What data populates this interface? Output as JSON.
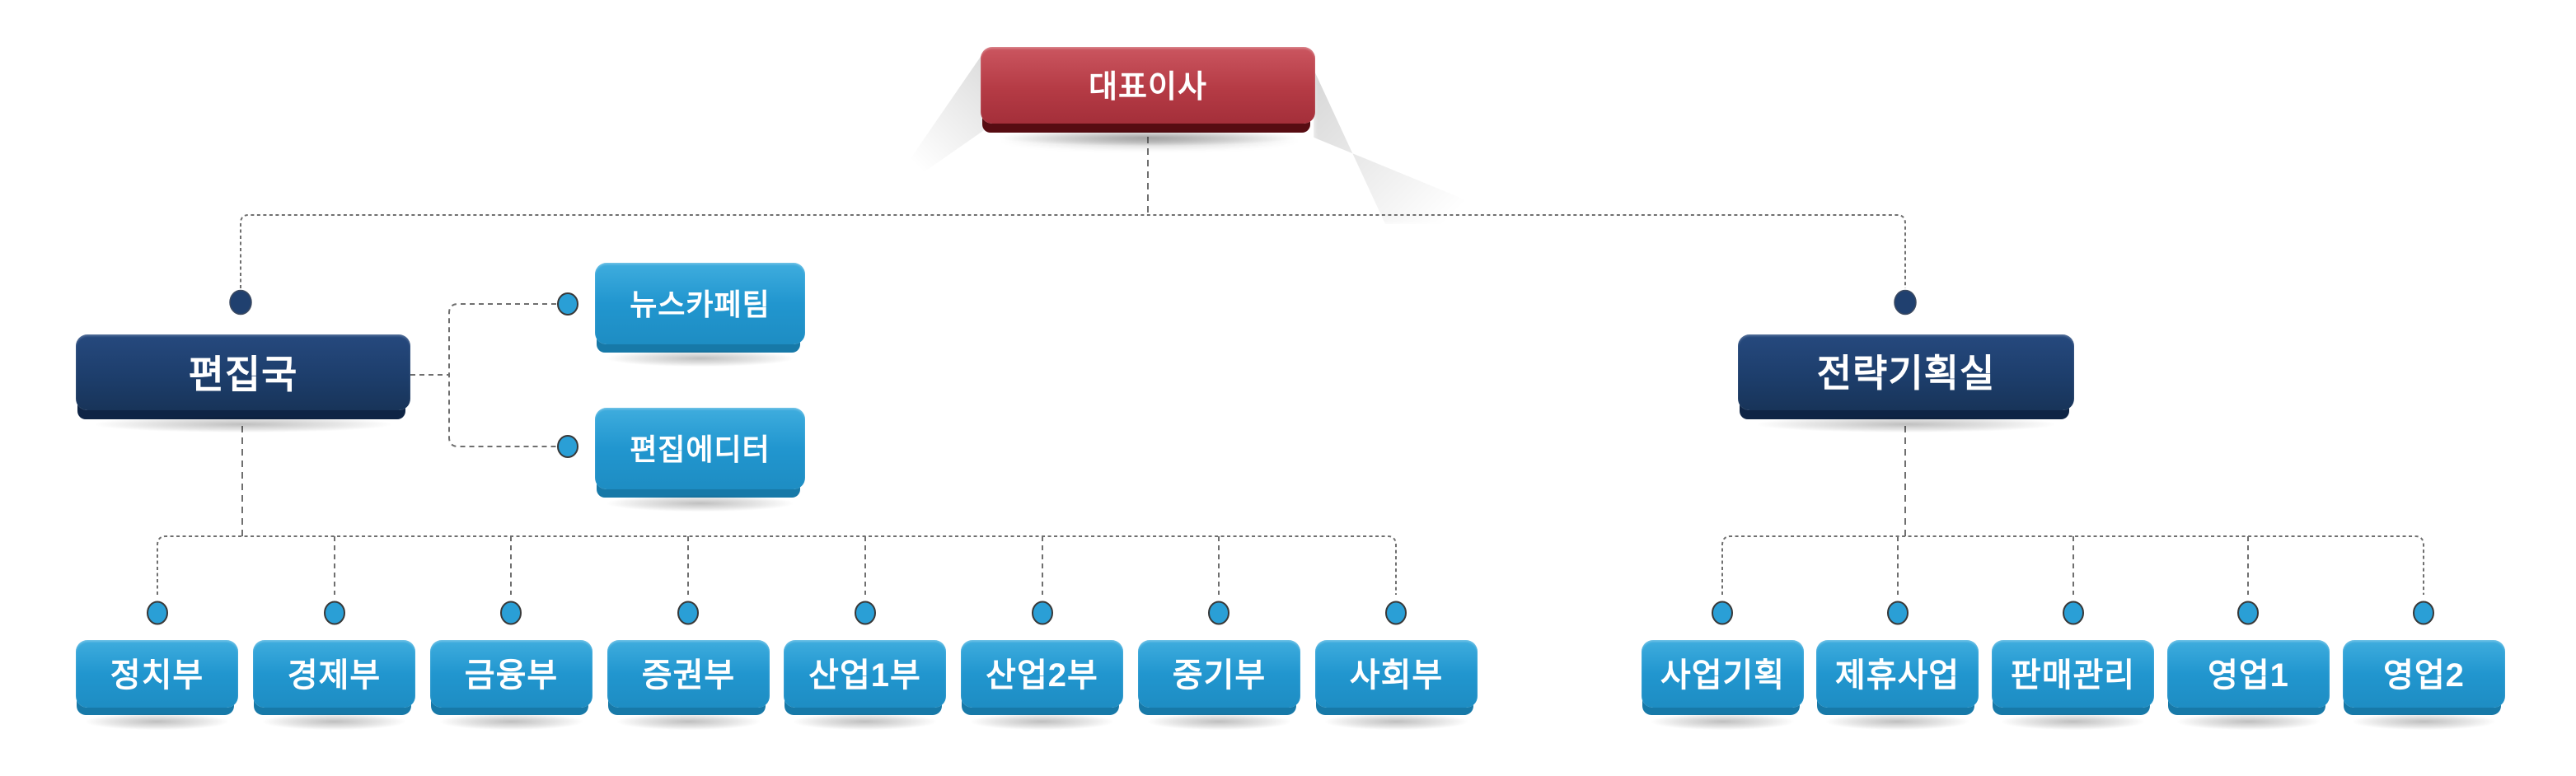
{
  "org": {
    "root": {
      "label": "대표이사"
    },
    "left_group": {
      "head": {
        "label": "편집국"
      },
      "staff": [
        "뉴스카페팀",
        "편집에디터"
      ],
      "children": [
        "정치부",
        "경제부",
        "금융부",
        "증권부",
        "산업1부",
        "산업2부",
        "중기부",
        "사회부"
      ]
    },
    "right_group": {
      "head": {
        "label": "전략기획실"
      },
      "children": [
        "사업기획",
        "제휴사업",
        "판매관리",
        "영업1",
        "영업2"
      ]
    },
    "colors": {
      "root_red": "#b53b45",
      "head_navy": "#1d3e6c",
      "dept_blue": "#2196cf",
      "connector_gray": "#6f6f6f",
      "background": "#ffffff"
    }
  }
}
